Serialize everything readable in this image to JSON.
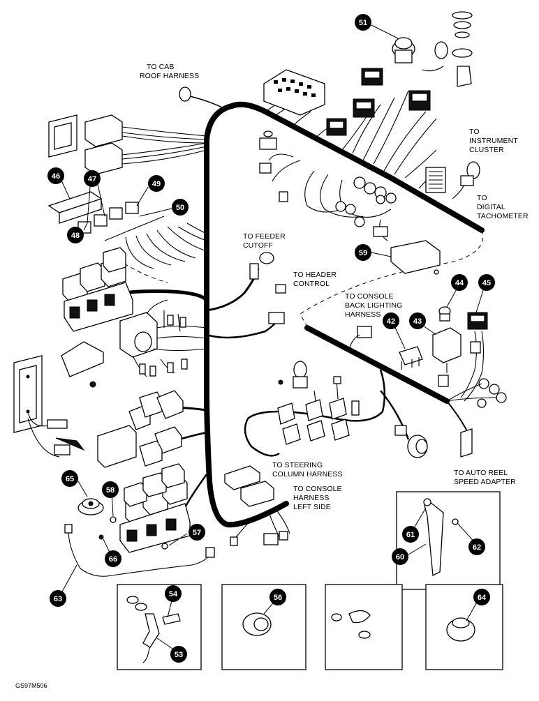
{
  "labels": {
    "to_cab_roof": [
      "TO CAB",
      "ROOF HARNESS"
    ],
    "to_instrument_cluster": [
      "TO",
      "INSTRUMENT",
      "CLUSTER"
    ],
    "to_digital_tachometer": [
      "TO",
      "DIGITAL",
      "TACHOMETER"
    ],
    "to_feeder_cutoff": [
      "TO FEEDER",
      "CUTOFF"
    ],
    "to_header_control": [
      "TO HEADER",
      "CONTROL"
    ],
    "to_console_back_lighting": [
      "TO CONSOLE",
      "BACK LIGHTING",
      "HARNESS"
    ],
    "to_steering_column": [
      "TO STEERING",
      "COLUMN HARNESS"
    ],
    "to_console_left": [
      "TO CONSOLE",
      "HARNESS",
      "LEFT SIDE"
    ],
    "to_auto_reel": [
      "TO AUTO REEL",
      "SPEED ADAPTER"
    ]
  },
  "callouts": {
    "c51": "51",
    "c46": "46",
    "c47": "47",
    "c49": "49",
    "c50": "50",
    "c48": "48",
    "c59": "59",
    "c44": "44",
    "c45": "45",
    "c42": "42",
    "c43": "43",
    "c65": "65",
    "c58": "58",
    "c57": "57",
    "c66": "66",
    "c63": "63",
    "c61": "61",
    "c62": "62",
    "c60": "60",
    "c54": "54",
    "c53": "53",
    "c56": "56",
    "c64": "64"
  },
  "figure_code": "GS97M506"
}
